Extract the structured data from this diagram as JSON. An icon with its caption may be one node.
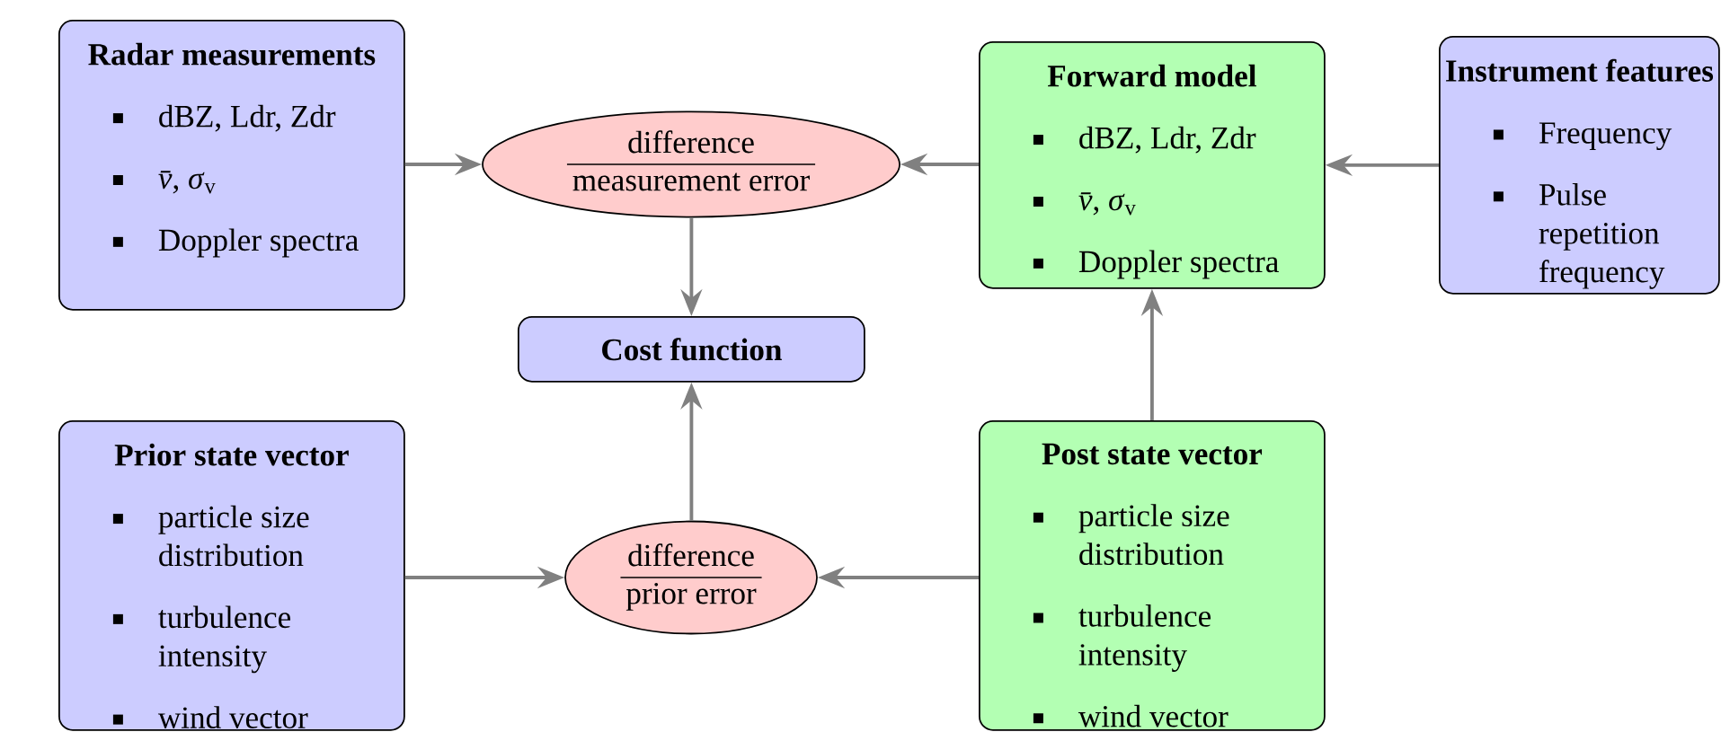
{
  "diagram": {
    "nodes": [
      {
        "text": [
          "Radar measurements",
          "dBZ, Ldr, Zdr",
          "*v̄*, *σ*$_{v}$",
          "Doppler spectra"
        ]
      },
      {
        "text": [
          "difference",
          "measurement error"
        ]
      },
      {
        "text": [
          "Forward model",
          "dBZ, Ldr, Zdr",
          "*v̄*, *σ*$_{v}$",
          "Doppler spectra"
        ]
      },
      {
        "text": [
          "Instrument features",
          "Frequency",
          "Pulse repetition frequency"
        ]
      },
      {
        "text": [
          "Cost function"
        ]
      },
      {
        "text": [
          "Prior state vector",
          "particle size distribution",
          "turbulence intensity",
          "wind vector"
        ]
      },
      {
        "text": [
          "difference",
          "prior error"
        ]
      },
      {
        "text": [
          "Post state vector",
          "particle size distribution",
          "turbulence intensity",
          "wind vector"
        ]
      }
    ],
    "edges": [
      {
        "from": 0,
        "to": 1,
        "arrow": "to"
      },
      {
        "from": 2,
        "to": 1,
        "arrow": "to"
      },
      {
        "from": 3,
        "to": 2,
        "arrow": "to"
      },
      {
        "from": 1,
        "to": 4,
        "arrow": "to"
      },
      {
        "from": 6,
        "to": 4,
        "arrow": "to"
      },
      {
        "from": 5,
        "to": 6,
        "arrow": "to"
      },
      {
        "from": 7,
        "to": 6,
        "arrow": "to"
      },
      {
        "from": 7,
        "to": 2,
        "arrow": "to"
      }
    ]
  }
}
